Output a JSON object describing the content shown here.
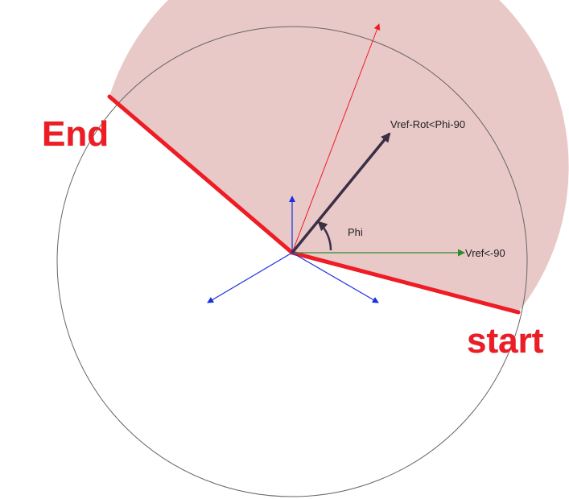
{
  "labels": {
    "end": "End",
    "start": "start",
    "phi": "Phi",
    "vref_rot": "Vref-Rot<Phi-90",
    "vref": "Vref<-90"
  },
  "colors": {
    "sector_fill": "#e9c8c8",
    "boundary": "#ee1c24",
    "circle": "#666666",
    "axes": "#1a2fe0",
    "vref_arrow": "#2f8a2f",
    "rot_arrow": "#3a2f45",
    "label_red": "#ee1c24"
  },
  "icons": {
    "end_boundary": "thick-red-line",
    "start_boundary": "thick-red-line",
    "rotating_vector": "arrow",
    "reference_vector": "arrow",
    "three_phase_axes": "arrows"
  }
}
